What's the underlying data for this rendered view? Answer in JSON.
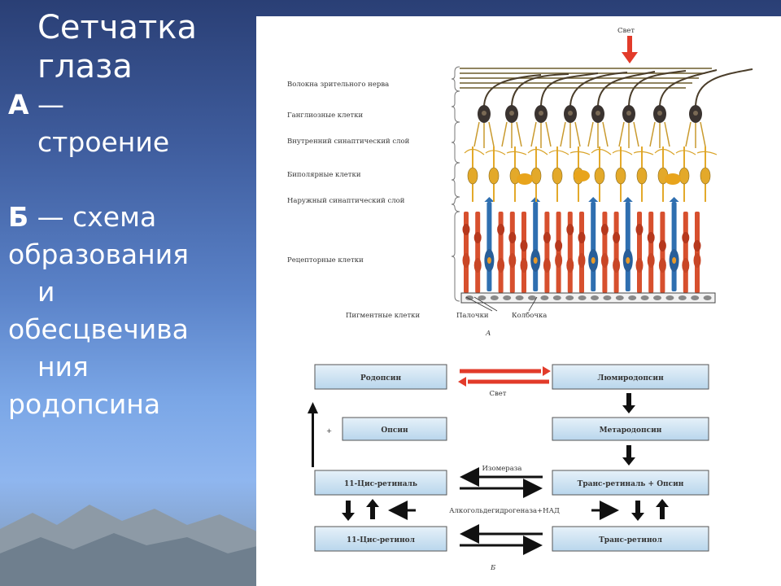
{
  "slide": {
    "title_line1": "Сетчатка",
    "title_line2": "глаза",
    "a_label": "А",
    "a_dash": " —",
    "a_text": "строение",
    "b_label": "Б",
    "b_text": " — схема",
    "b_line2": "образования",
    "b_line3": "и",
    "b_line4": "обесцвечива",
    "b_line5": "ния",
    "b_line6": "родопсина"
  },
  "retina_diagram": {
    "light_label": "Свет",
    "layers": [
      "Волокна зрительного нерва",
      "Ганглиозные клетки",
      "Внутренний синаптический слой",
      "Биполярные клетки",
      "Наружный синаптический слой",
      "Рецепторные клетки"
    ],
    "bottom_labels": [
      "Пигментные клетки",
      "Палочки",
      "Колбочка"
    ],
    "figure_letter": "А"
  },
  "rhodopsin_cycle": {
    "boxes": {
      "rhodopsin": "Родопсин",
      "lumirhodopsin": "Люмиродопсин",
      "opsin": "Опсин",
      "metarhodopsin": "Метародопсин",
      "cis_retinal": "11-Цис-ретиналь",
      "trans_retinal_opsin": "Транс-ретиналь + Опсин",
      "cis_retinol": "11-Цис-ретинол",
      "trans_retinol": "Транс-ретинол"
    },
    "light_label": "Свет",
    "plus_sign": "+",
    "isomerase": "Изомераза",
    "alcohol_dh": "Алкогольдегидрогеназа+НАД",
    "figure_letter": "Б"
  },
  "colors": {
    "rod_red": "#d7502e",
    "cone_blue": "#2f6fb0",
    "bipolar_yellow": "#e3a92a",
    "ganglion_dark": "#3a3330",
    "box_fill": "#cfe3f2",
    "arrow_red": "#e23b2a"
  }
}
